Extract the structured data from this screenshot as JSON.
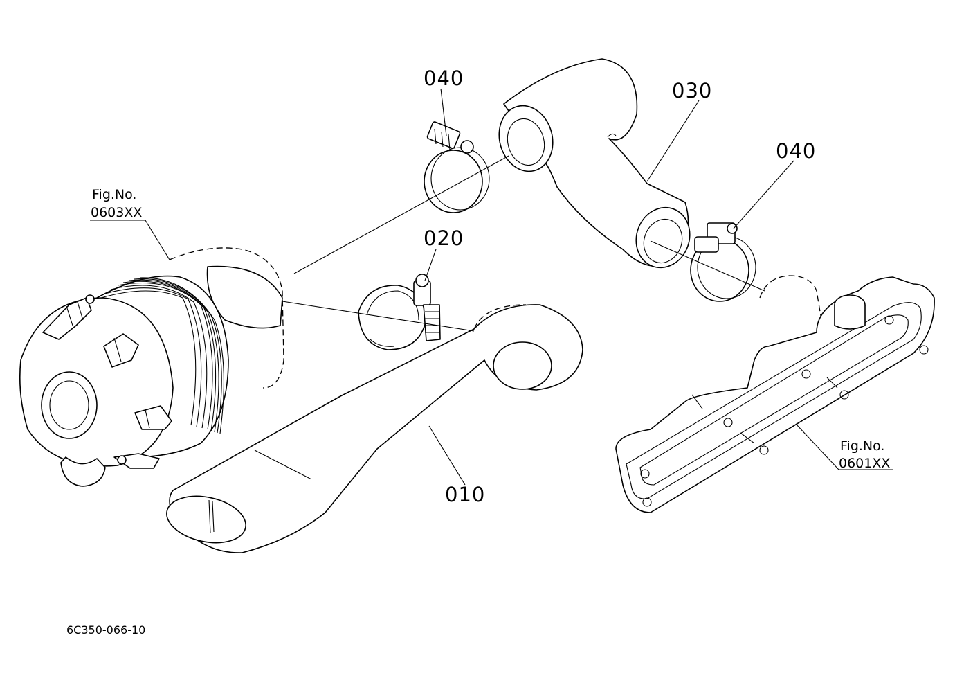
{
  "callouts": [
    {
      "id": "p010",
      "text": "010"
    },
    {
      "id": "p020",
      "text": "020"
    },
    {
      "id": "p030",
      "text": "030"
    },
    {
      "id": "p040a",
      "text": "040"
    },
    {
      "id": "p040b",
      "text": "040"
    }
  ],
  "figure_refs": [
    {
      "id": "fig-air-cleaner",
      "line1": "Fig.No.",
      "line2": "0603XX"
    },
    {
      "id": "fig-manifold",
      "line1": "Fig.No.",
      "line2": "0601XX"
    }
  ],
  "drawing_code": "6C350-066-10"
}
